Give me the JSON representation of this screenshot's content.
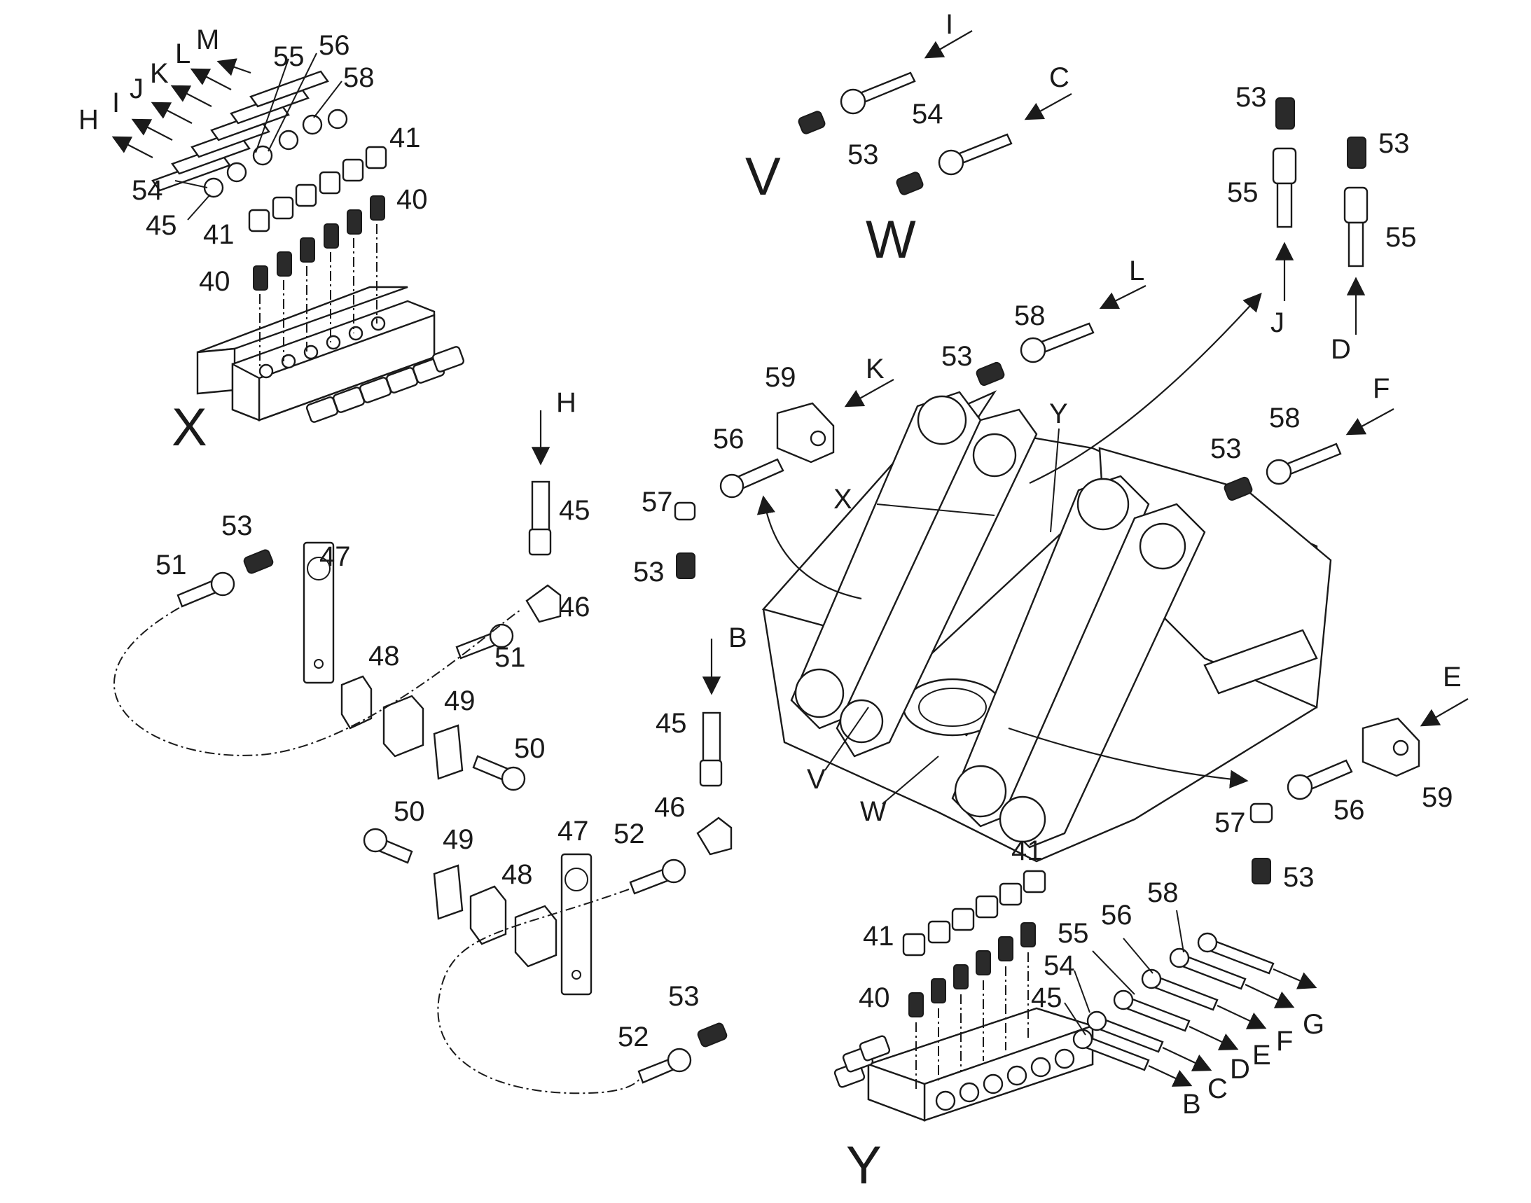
{
  "diagram": {
    "callouts": {
      "x_group": [
        "M",
        "55",
        "56",
        "L",
        "K",
        "58",
        "J",
        "I",
        "H",
        "41",
        "54",
        "45",
        "40",
        "41",
        "40"
      ],
      "vw_group": [
        "I",
        "C",
        "54",
        "53",
        "V",
        "W"
      ],
      "right_tubes": [
        "53",
        "53",
        "55",
        "55",
        "J",
        "D"
      ],
      "upper_mid": [
        "L",
        "58",
        "53",
        "K",
        "59",
        "56",
        "57",
        "53",
        "Y",
        "X",
        "F",
        "58",
        "53"
      ],
      "left_mount_top": [
        "H",
        "45",
        "53",
        "51",
        "47",
        "46",
        "51",
        "48",
        "49",
        "50"
      ],
      "left_mount_bottom": [
        "B",
        "45",
        "46",
        "52",
        "47",
        "50",
        "49",
        "48",
        "53",
        "52"
      ],
      "frame_pointers": [
        "V",
        "W"
      ],
      "right_mount": [
        "E",
        "56",
        "59",
        "57",
        "53"
      ],
      "y_group": [
        "41",
        "41",
        "40",
        "55",
        "56",
        "58",
        "54",
        "45",
        "G",
        "F",
        "E",
        "D",
        "C",
        "B"
      ]
    },
    "view_letters": [
      "X",
      "Y"
    ]
  }
}
